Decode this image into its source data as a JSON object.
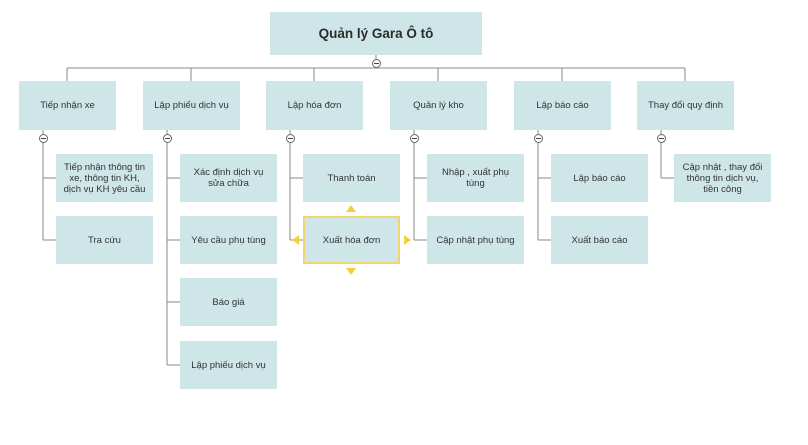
{
  "diagram": {
    "root": {
      "label": "Quản lý Gara Ô tô"
    },
    "branches": [
      {
        "label": "Tiếp nhận xe",
        "children": [
          "Tiếp nhận thông tin xe, thông tin KH, dịch vụ KH yêu cầu",
          "Tra cứu"
        ]
      },
      {
        "label": "Lập phiếu dịch vụ",
        "children": [
          "Xác định dịch vụ sửa chữa",
          "Yêu cầu phụ tùng",
          "Báo giá",
          "Lập phiếu dịch vụ"
        ]
      },
      {
        "label": "Lập hóa đơn",
        "children": [
          "Thanh toán",
          "Xuất hóa đơn"
        ]
      },
      {
        "label": "Quản lý kho",
        "children": [
          "Nhập , xuất phụ tùng",
          "Cập nhật phụ tùng"
        ]
      },
      {
        "label": "Lập báo cáo",
        "children": [
          "Lập báo cáo",
          "Xuất báo cáo"
        ]
      },
      {
        "label": "Thay đổi quy định",
        "children": [
          "Cập nhật , thay đổi thông tin dịch vụ, tiền công"
        ]
      }
    ],
    "selected_node": "Xuất hóa đơn"
  },
  "colors": {
    "node_fill": "#cfe6e8",
    "connector": "#888888",
    "selection": "#f5cd3d"
  }
}
